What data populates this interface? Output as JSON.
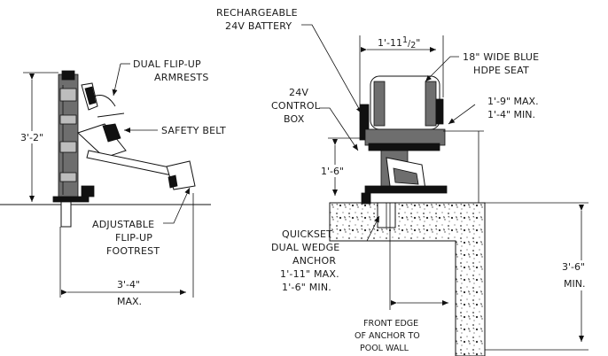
{
  "labels": {
    "battery_line1": "RECHARGEABLE",
    "battery_line2": "24V BATTERY",
    "armrests_line1": "DUAL FLIP-UP",
    "armrests_line2": "ARMRESTS",
    "safety_belt": "SAFETY BELT",
    "footrest_line1": "ADJUSTABLE",
    "footrest_line2": "FLIP-UP",
    "footrest_line3": "FOOTREST",
    "control_line1": "24V",
    "control_line2": "CONTROL",
    "control_line3": "BOX",
    "seat_line1": "18\" WIDE BLUE",
    "seat_line2": "HDPE SEAT",
    "anchor_line1": "QUICKSET",
    "anchor_line2": "DUAL WEDGE",
    "anchor_line3": "ANCHOR",
    "anchor_line4": "1'-11\" MAX.",
    "anchor_line5": "1'-6\" MIN.",
    "front_line1": "FRONT EDGE",
    "front_line2": "OF ANCHOR TO",
    "front_line3": "POOL WALL"
  },
  "dimensions": {
    "left_height": "3'-2\"",
    "reach_line1": "3'-4\"",
    "reach_line2": "MAX.",
    "seat_width_main": "1'-11",
    "seat_width_num": "1",
    "seat_width_den": "2",
    "seat_width_unit": "\"",
    "seat_height_line1": "1'-9\" MAX.",
    "seat_height_line2": "1'-4\" MIN.",
    "deck_height": "1'-6\"",
    "pool_depth_line1": "3'-6\"",
    "pool_depth_line2": "MIN."
  }
}
